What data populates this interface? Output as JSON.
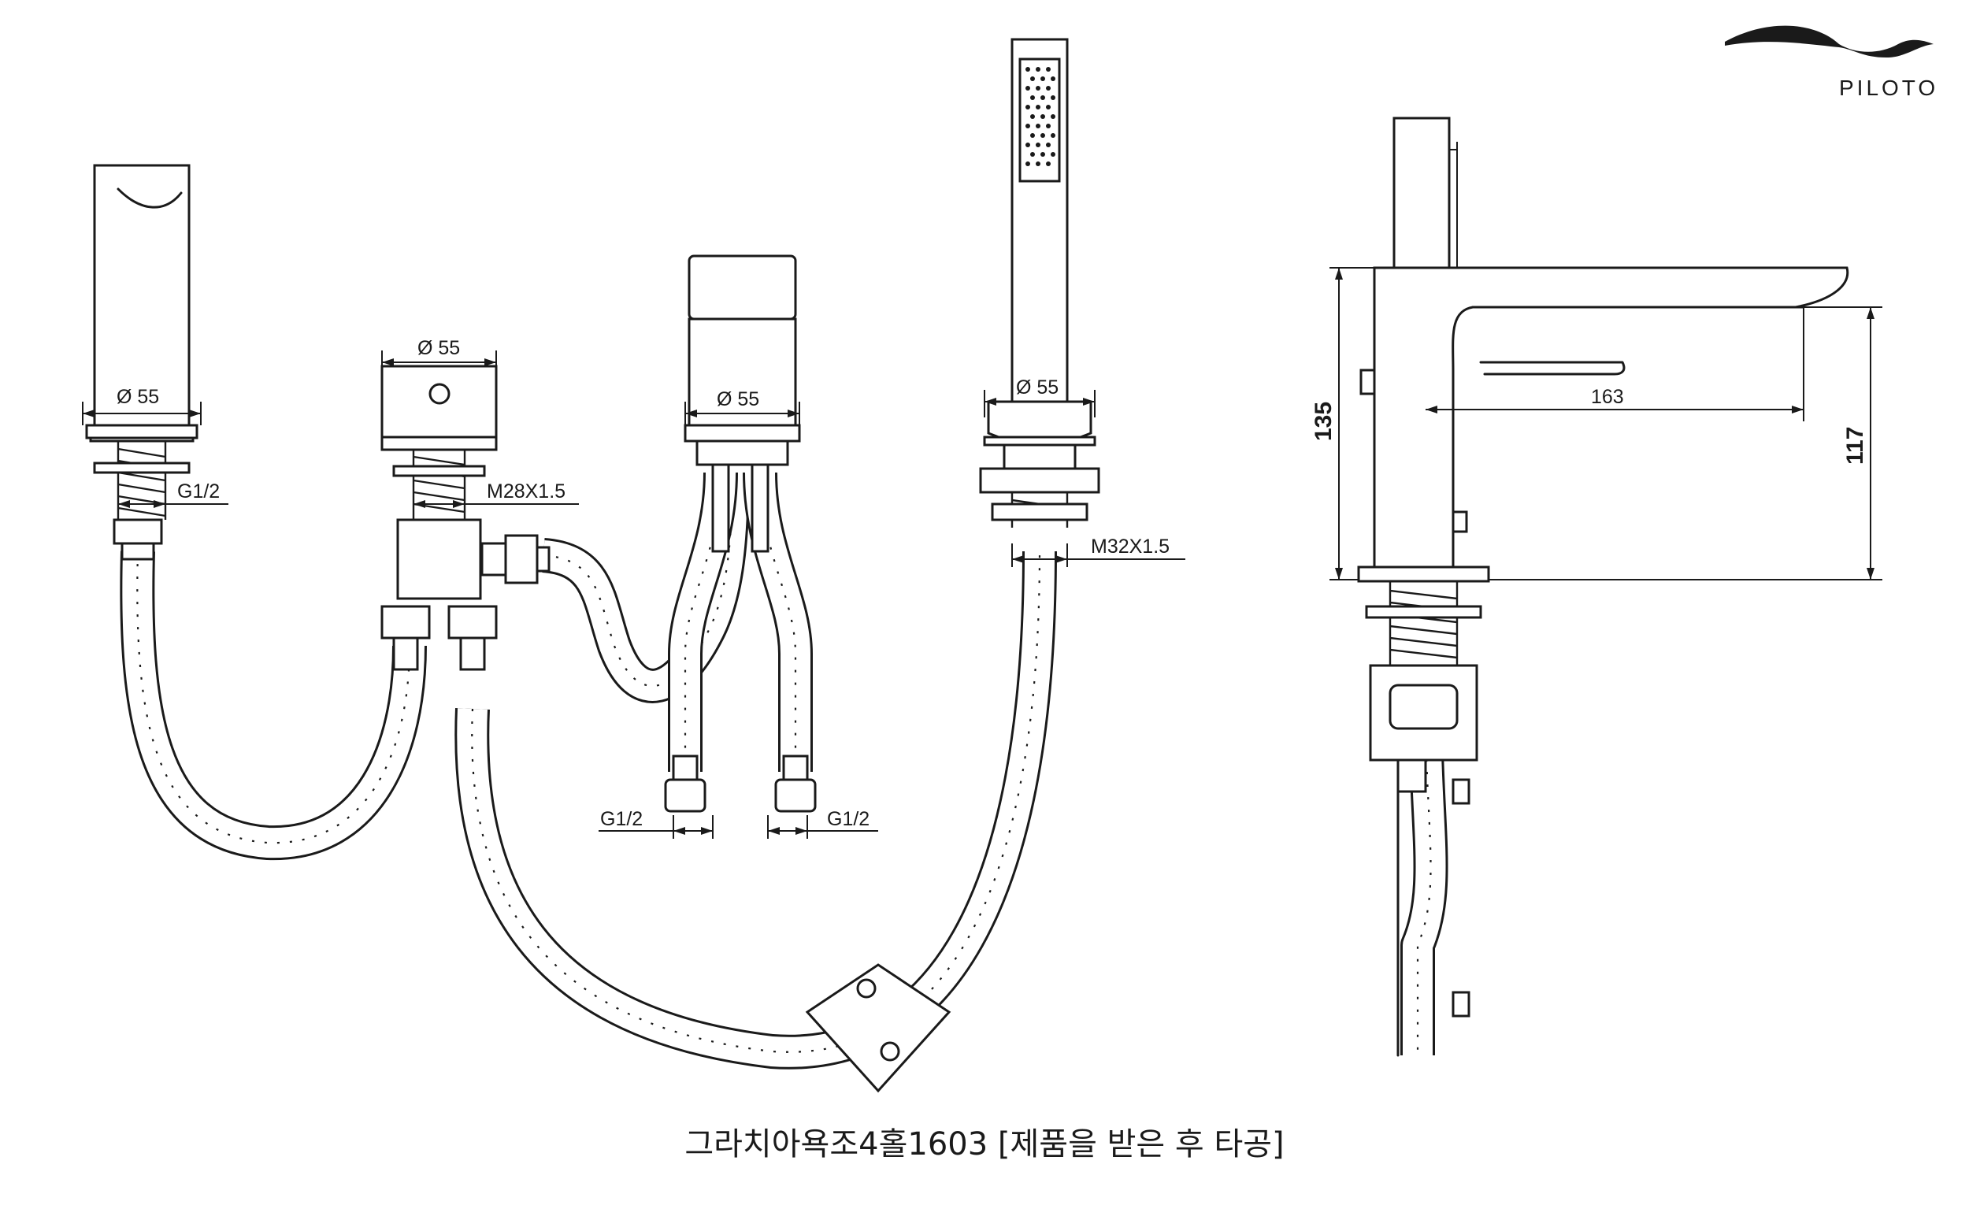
{
  "brand": {
    "name": "PILOTO"
  },
  "caption": "그라치아욕조4홀1603 [제품을 받은 후 타공]",
  "dimensions": {
    "spout_diameter": "Ø 55",
    "spout_thread": "G1/2",
    "diverter_diameter": "Ø 55",
    "diverter_thread": "M28X1.5",
    "handle_diameter": "Ø 55",
    "inlet_left": "G1/2",
    "inlet_right": "G1/2",
    "shower_diameter": "Ø 55",
    "shower_thread": "M32X1.5",
    "side_height": "135",
    "side_spout_height": "117",
    "side_spout_reach": "163"
  },
  "colors": {
    "line": "#1a1a1a",
    "background": "#ffffff"
  }
}
